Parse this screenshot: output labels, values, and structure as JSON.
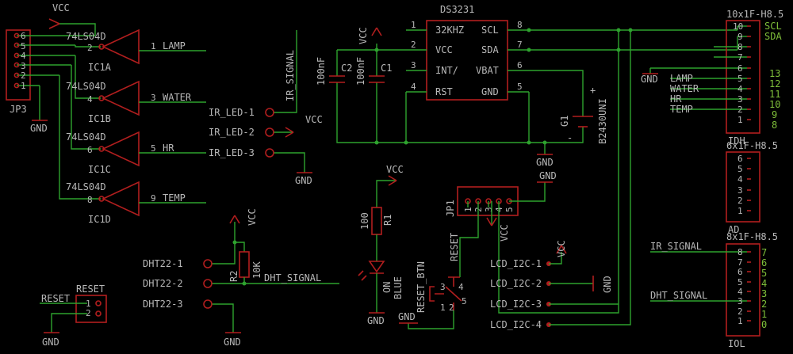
{
  "colors": {
    "background": "#000000",
    "wire": "#2ea22e",
    "part": "#b11e1e",
    "text": "#b8b8b8",
    "pin_numbers": "#7fbf3a"
  },
  "power": {
    "vcc": "VCC",
    "gnd": "GND"
  },
  "jp3": {
    "name": "JP3",
    "pins": [
      "6",
      "5",
      "4",
      "3",
      "2",
      "1"
    ]
  },
  "inverters": [
    {
      "part": "74LS04D",
      "ref": "IC1A",
      "in_pin": "2",
      "out_pin": "1",
      "net": "LAMP"
    },
    {
      "part": "74LS04D",
      "ref": "IC1B",
      "in_pin": "4",
      "out_pin": "3",
      "net": "WATER"
    },
    {
      "part": "74LS04D",
      "ref": "IC1C",
      "in_pin": "6",
      "out_pin": "5",
      "net": "HR"
    },
    {
      "part": "74LS04D",
      "ref": "IC1D",
      "in_pin": "8",
      "out_pin": "9",
      "net": "TEMP"
    }
  ],
  "ir": {
    "signal": "IR_SIGNAL",
    "pads": [
      "IR_LED-1",
      "IR_LED-2",
      "IR_LED-3"
    ]
  },
  "rtc": {
    "name": "DS3231",
    "left_pins": [
      {
        "n": "1",
        "label": "32KHZ"
      },
      {
        "n": "2",
        "label": "VCC"
      },
      {
        "n": "3",
        "label": "INT/"
      },
      {
        "n": "4",
        "label": "RST"
      }
    ],
    "right_pins": [
      {
        "n": "8",
        "label": "SCL"
      },
      {
        "n": "7",
        "label": "SDA"
      },
      {
        "n": "6",
        "label": "VBAT"
      },
      {
        "n": "5",
        "label": "GND"
      }
    ]
  },
  "caps": [
    {
      "ref": "C2",
      "value": "100nF"
    },
    {
      "ref": "C1",
      "value": "100nF"
    }
  ],
  "battery": {
    "ref": "G1",
    "value": "B2430UNI",
    "plus": "+",
    "minus": "-"
  },
  "idh": {
    "header": "10x1F-H8.5",
    "name": "IDH",
    "pins": [
      "10",
      "9",
      "8",
      "7",
      "6",
      "5",
      "4",
      "3",
      "2",
      "1"
    ],
    "labels": [
      "SCL",
      "SDA"
    ],
    "signals": [
      "LAMP",
      "WATER",
      "HR",
      "TEMP"
    ],
    "side_numbers": [
      "13",
      "12",
      "11",
      "10",
      "9",
      "8"
    ]
  },
  "ad": {
    "header": "6x1F-H8.5",
    "name": "AD",
    "pins": [
      "6",
      "5",
      "4",
      "3",
      "2",
      "1"
    ]
  },
  "iol": {
    "header": "8x1F-H8.5",
    "name": "IOL",
    "pins": [
      "8",
      "7",
      "6",
      "5",
      "4",
      "3",
      "2",
      "1"
    ],
    "signals": [
      "IR_SIGNAL",
      "DHT_SIGNAL"
    ],
    "side_numbers": [
      "7",
      "6",
      "5",
      "4",
      "3",
      "2",
      "1",
      "0"
    ]
  },
  "led": {
    "resistor_ref": "R1",
    "resistor_value": "100",
    "ref": "ON",
    "color": "BLUE"
  },
  "jp1": {
    "name": "JP1",
    "pins": [
      "1",
      "2",
      "3",
      "4",
      "5"
    ]
  },
  "reset_btn": {
    "ref": "RESET_BTN",
    "net": "RESET",
    "pins": [
      "1",
      "2",
      "3",
      "4",
      "5"
    ]
  },
  "lcd": {
    "pads": [
      "LCD_I2C-1",
      "LCD_I2C-2",
      "LCD_I2C-3",
      "LCD_I2C-4"
    ]
  },
  "dht": {
    "pads": [
      "DHT22-1",
      "DHT22-2",
      "DHT22-3"
    ],
    "resistor_ref": "R2",
    "resistor_value": "10K",
    "signal": "DHT_SIGNAL"
  },
  "reset_hdr": {
    "title": "RESET",
    "pins": [
      "1",
      "2"
    ],
    "net": "RESET"
  }
}
